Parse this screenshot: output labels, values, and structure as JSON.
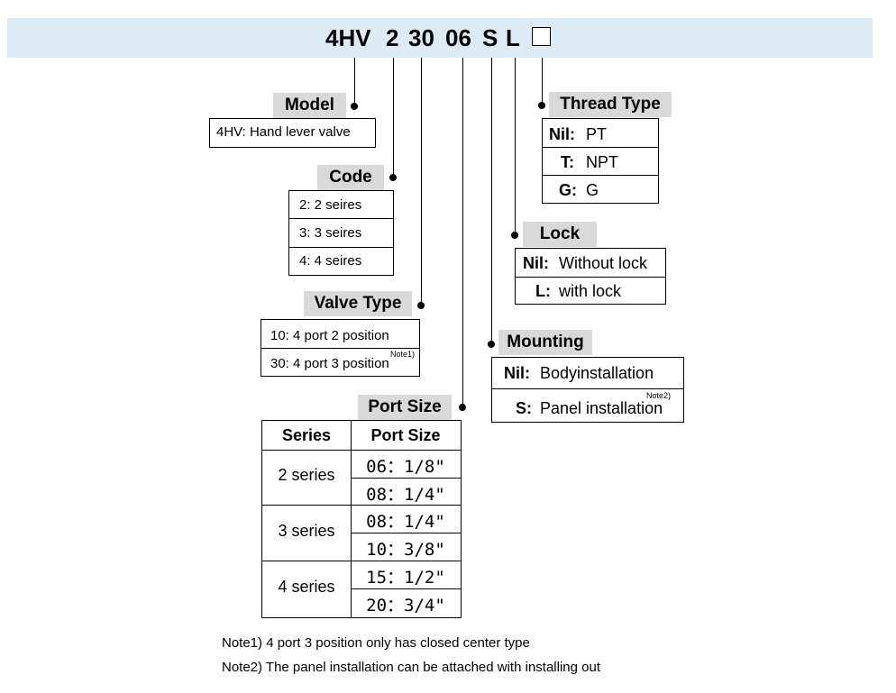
{
  "code": {
    "parts": [
      "4HV",
      "2",
      "30",
      "06",
      "S",
      "L"
    ],
    "box_label": "empty-code-box"
  },
  "model": {
    "label": "Model",
    "rows": [
      {
        "text": "4HV: Hand lever valve"
      }
    ]
  },
  "code_group": {
    "label": "Code",
    "rows": [
      "2: 2 seires",
      "3: 3 seires",
      "4: 4 seires"
    ]
  },
  "valve_type": {
    "label": "Valve Type",
    "rows": [
      "10: 4 port 2 position",
      "30: 4 port 3 position"
    ],
    "note_mark": "Note1)"
  },
  "port_size": {
    "label": "Port Size",
    "headers": [
      "Series",
      "Port Size"
    ],
    "groups": [
      {
        "series": "2 series",
        "sizes": [
          "06：1/8\"",
          "08：1/4\""
        ]
      },
      {
        "series": "3 series",
        "sizes": [
          "08：1/4\"",
          "10：3/8\""
        ]
      },
      {
        "series": "4 series",
        "sizes": [
          "15：1/2\"",
          "20：3/4\""
        ]
      }
    ]
  },
  "mounting": {
    "label": "Mounting",
    "rows": [
      {
        "key": "Nil:",
        "value": "Bodyinstallation"
      },
      {
        "key": "S:",
        "value": "Panel installation"
      }
    ],
    "note_mark": "Note2)"
  },
  "lock": {
    "label": "Lock",
    "rows": [
      {
        "key": "Nil:",
        "value": "Without lock"
      },
      {
        "key": "L:",
        "value": "with lock"
      }
    ]
  },
  "thread_type": {
    "label": "Thread Type",
    "rows": [
      {
        "key": "Nil:",
        "value": "PT"
      },
      {
        "key": "T:",
        "value": "NPT"
      },
      {
        "key": "G:",
        "value": "G"
      }
    ]
  },
  "notes": [
    "Note1)  4 port 3 position only has closed center type",
    "Note2)  The panel installation can be attached with installing out"
  ],
  "colors": {
    "banner": "#ddebf7",
    "label_bg": "#d9d9d9"
  }
}
